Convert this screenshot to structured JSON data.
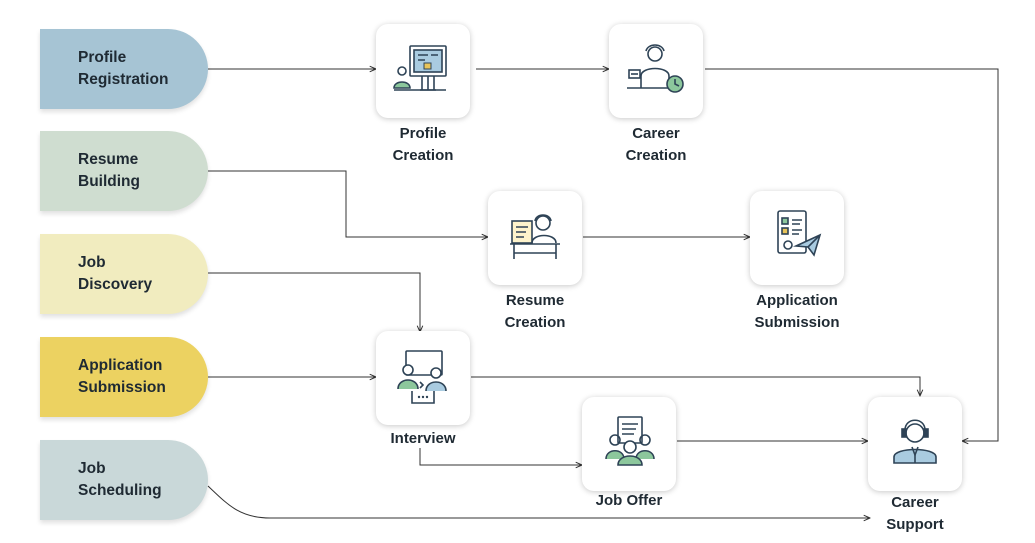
{
  "stages": [
    {
      "label": "Profile\nRegistration",
      "color": "#a6c4d4"
    },
    {
      "label": "Resume\nBuilding",
      "color": "#cfddd0"
    },
    {
      "label": "Job\nDiscovery",
      "color": "#f1ecbf"
    },
    {
      "label": "Application\nSubmission",
      "color": "#ecd261"
    },
    {
      "label": "Job\nScheduling",
      "color": "#c9d8d9"
    }
  ],
  "nodes": {
    "profile_creation": {
      "label": "Profile\nCreation",
      "icon": "profile-screen-icon"
    },
    "career_creation": {
      "label": "Career\nCreation",
      "icon": "career-person-icon"
    },
    "resume_creation": {
      "label": "Resume\nCreation",
      "icon": "resume-desk-icon"
    },
    "application_submission": {
      "label": "Application\nSubmission",
      "icon": "document-plane-icon"
    },
    "interview": {
      "label": "Interview",
      "icon": "interview-icon"
    },
    "job_offer": {
      "label": "Job Offer",
      "icon": "job-offer-icon"
    },
    "career_support": {
      "label": "Career\nSupport",
      "icon": "support-agent-icon"
    }
  },
  "colors": {
    "line": "#333333",
    "icon": "#2e4356",
    "accent_green": "#8cc79c",
    "accent_yellow": "#e8c45a",
    "accent_blue": "#a9cbe0"
  }
}
